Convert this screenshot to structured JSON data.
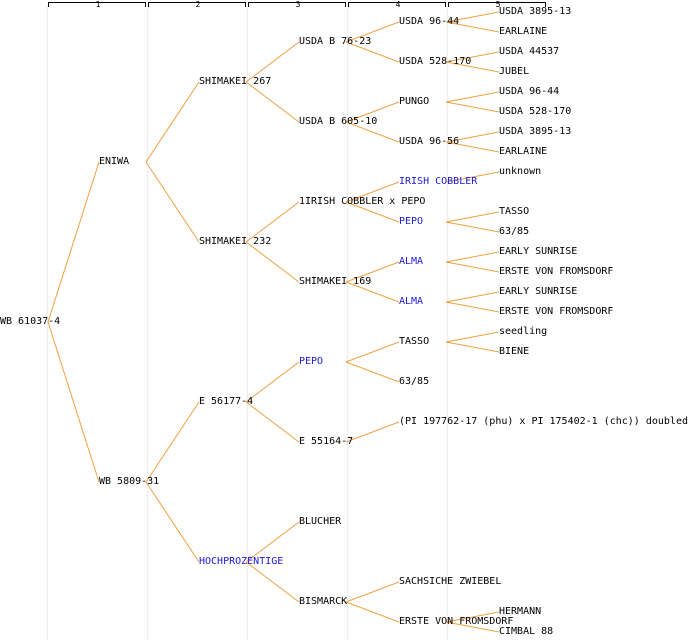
{
  "generations": [
    "1",
    "2",
    "3",
    "4",
    "5"
  ],
  "colors": {
    "edge": "#f0a040",
    "text": "#000000",
    "link": "#1a1adc"
  },
  "nodes": {
    "root": "WB 61037-4",
    "g1_eniwa": "ENIWA",
    "g1_wb5809": "WB 5809-31",
    "g2_shimakei267": "SHIMAKEI 267",
    "g2_shimakei232": "SHIMAKEI 232",
    "g2_e56177": "E 56177-4",
    "g2_hochprozentige": "HOCHPROZENTIGE",
    "g3_usdab7623": "USDA B 76-23",
    "g3_usdab60510": "USDA B 605-10",
    "g3_irishxpepo": "1IRISH COBBLER x PEPO",
    "g3_shimakei169": "SHIMAKEI 169",
    "g3_pepo": "PEPO",
    "g3_e55164": "E 55164-7",
    "g3_blucher": "BLUCHER",
    "g3_bismarck": "BISMARCK",
    "g4_usda9644": "USDA 96-44",
    "g4_usda528170": "USDA 528-170",
    "g4_pungo": "PUNGO",
    "g4_usda9656": "USDA 96-56",
    "g4_irishcobbler": "IRISH COBBLER",
    "g4_pepo": "PEPO",
    "g4_alma1": "ALMA",
    "g4_alma2": "ALMA",
    "g4_tasso": "TASSO",
    "g4_6385": "63/85",
    "g4_pi": "(PI 197762-17 (phu) x PI 175402-1 (chc)) doubled",
    "g4_sachsiche": "SACHSICHE ZWIEBEL",
    "g4_erste": "ERSTE VON FROMSDORF",
    "g5_usda389513a": "USDA 3895-13",
    "g5_earlaine_a": "EARLAINE",
    "g5_usda44537": "USDA 44537",
    "g5_jubel": "JUBEL",
    "g5_usda9644": "USDA 96-44",
    "g5_usda528170": "USDA 528-170",
    "g5_usda389513b": "USDA 3895-13",
    "g5_earlaine_b": "EARLAINE",
    "g5_unknown": "unknown",
    "g5_tasso": "TASSO",
    "g5_6385": "63/85",
    "g5_early_sunrise_a": "EARLY SUNRISE",
    "g5_erste_a": "ERSTE VON FROMSDORF",
    "g5_early_sunrise_b": "EARLY SUNRISE",
    "g5_erste_b": "ERSTE VON FROMSDORF",
    "g5_seedling": "seedling",
    "g5_biene": "BIENE",
    "g5_hermann": "HERMANN",
    "g5_cimbal": "CIMBAL 88"
  }
}
